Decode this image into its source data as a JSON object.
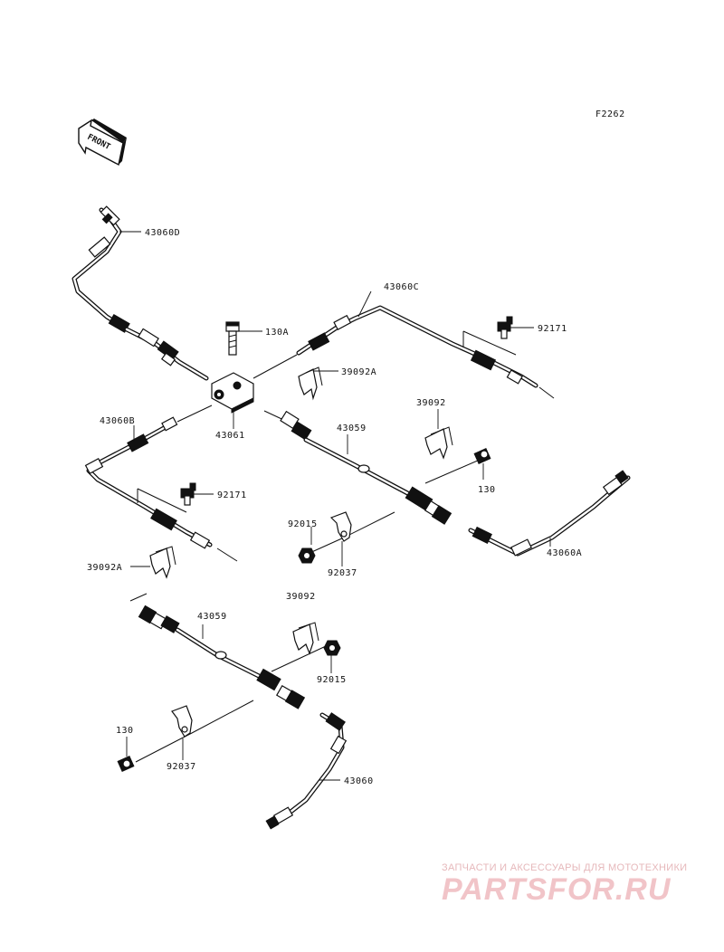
{
  "diagram": {
    "ref_code": "F2262",
    "front_arrow_label": "FRONT",
    "labels": {
      "l_43060D": "43060D",
      "l_43060C": "43060C",
      "l_130A": "130A",
      "l_92171_top": "92171",
      "l_39092A_top": "39092A",
      "l_39092_mid": "39092",
      "l_43059_top": "43059",
      "l_43060B": "43060B",
      "l_43061": "43061",
      "l_92171_left": "92171",
      "l_130_right": "130",
      "l_92015_mid": "92015",
      "l_92037_mid": "92037",
      "l_43060A": "43060A",
      "l_39092A_left": "39092A",
      "l_39092_low": "39092",
      "l_43059_low": "43059",
      "l_92015_low": "92015",
      "l_130_low": "130",
      "l_92037_low": "92037",
      "l_43060": "43060"
    }
  },
  "watermark": {
    "caption": "ЗАПЧАСТИ И АКСЕССУАРЫ ДЛЯ МОТОТЕХНИКИ",
    "brand": "PARTSFOR.RU"
  }
}
